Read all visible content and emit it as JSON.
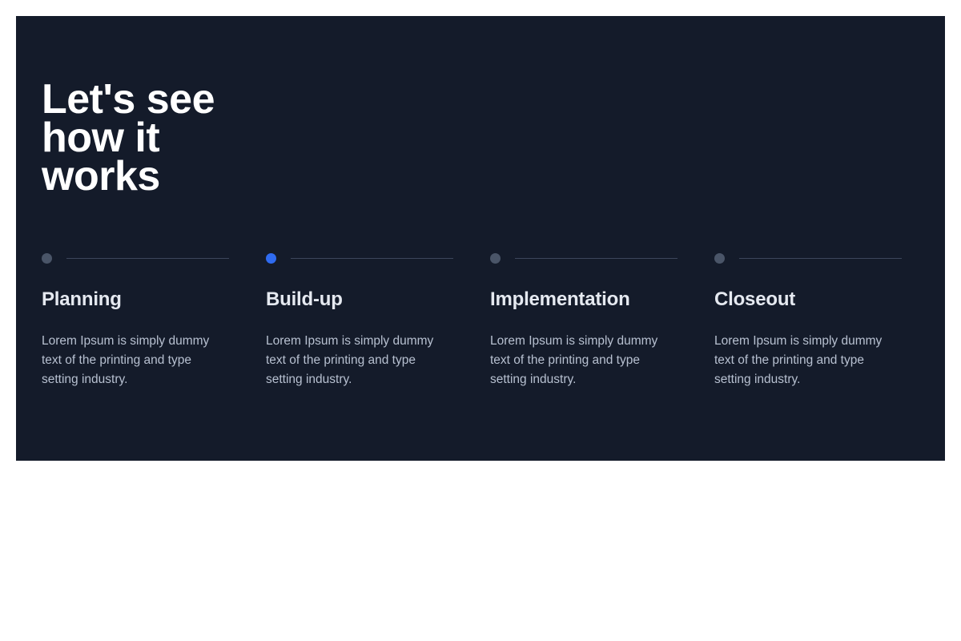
{
  "hero": {
    "headline": "Let's see\nhow it\nworks",
    "background_color": "#141b2a",
    "headline_color": "#ffffff"
  },
  "colors": {
    "page_background": "#ffffff",
    "panel_background": "#141b2a",
    "accent": "#2f6bf0",
    "inactive_dot": "#4a5568",
    "connector_line": "#3d465c",
    "title_text": "#e5e9f0",
    "body_text": "#b7c0d0"
  },
  "steps": [
    {
      "marker": "step-dot",
      "state": "inactive",
      "title": "Planning",
      "body": "Lorem Ipsum is simply dummy text of the printing and type setting industry."
    },
    {
      "marker": "step-dot",
      "state": "active",
      "title": "Build-up",
      "body": "Lorem Ipsum is simply dummy text of the printing and type setting industry."
    },
    {
      "marker": "step-dot",
      "state": "inactive",
      "title": "Implementation",
      "body": "Lorem Ipsum is simply dummy text of the printing and type setting industry."
    },
    {
      "marker": "step-dot",
      "state": "inactive",
      "title": "Closeout",
      "body": "Lorem Ipsum is simply dummy text of the printing and type setting industry."
    }
  ]
}
